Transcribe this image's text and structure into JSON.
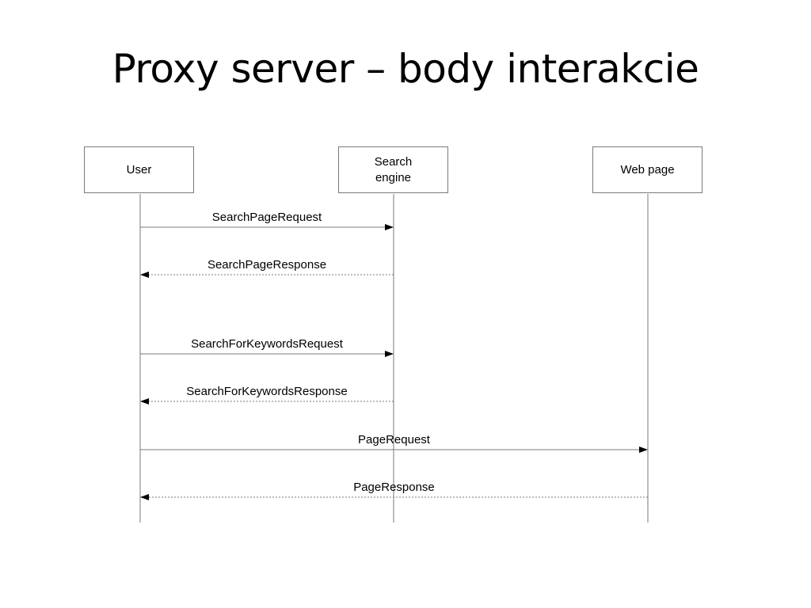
{
  "title": "Proxy server – body interakcie",
  "participants": [
    {
      "id": "user",
      "label": "User"
    },
    {
      "id": "search",
      "label": "Search\nengine"
    },
    {
      "id": "web",
      "label": "Web page"
    }
  ],
  "messages": [
    {
      "label": "SearchPageRequest",
      "from": "user",
      "to": "search",
      "style": "solid"
    },
    {
      "label": "SearchPageResponse",
      "from": "search",
      "to": "user",
      "style": "dashed"
    },
    {
      "label": "SearchForKeywordsRequest",
      "from": "user",
      "to": "search",
      "style": "solid"
    },
    {
      "label": "SearchForKeywordsResponse",
      "from": "search",
      "to": "user",
      "style": "dashed"
    },
    {
      "label": "PageRequest",
      "from": "user",
      "to": "web",
      "style": "solid"
    },
    {
      "label": "PageResponse",
      "from": "web",
      "to": "user",
      "style": "dashed"
    }
  ],
  "colors": {
    "line": "#7a7a7a",
    "arrowhead": "#000000",
    "text": "#000000"
  }
}
